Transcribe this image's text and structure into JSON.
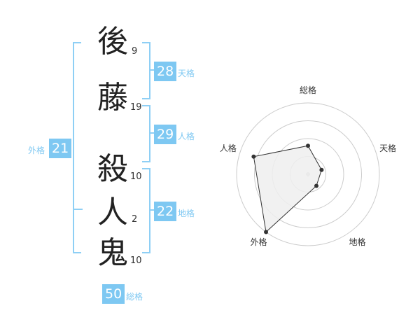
{
  "name": {
    "chars": [
      {
        "char": "後",
        "strokes": "9"
      },
      {
        "char": "藤",
        "strokes": "19"
      },
      {
        "char": "殺",
        "strokes": "10"
      },
      {
        "char": "人",
        "strokes": "2"
      },
      {
        "char": "鬼",
        "strokes": "10"
      }
    ]
  },
  "kaku": {
    "tenkaku": {
      "value": "28",
      "label": "天格"
    },
    "jinkaku": {
      "value": "29",
      "label": "人格"
    },
    "chikaku": {
      "value": "22",
      "label": "地格"
    },
    "gaikaku": {
      "value": "21",
      "label": "外格"
    },
    "soukaku": {
      "value": "50",
      "label": "総格"
    }
  },
  "chart_data": {
    "type": "radar",
    "axes": [
      "総格",
      "天格",
      "地格",
      "外格",
      "人格"
    ],
    "values": [
      0.4,
      0.2,
      0.2,
      1.0,
      0.8
    ],
    "range": [
      0,
      1
    ],
    "rings": 4,
    "colors": {
      "fill": "#eeeeee",
      "line": "#333333",
      "grid": "#cccccc",
      "center": "#cccccc"
    }
  }
}
